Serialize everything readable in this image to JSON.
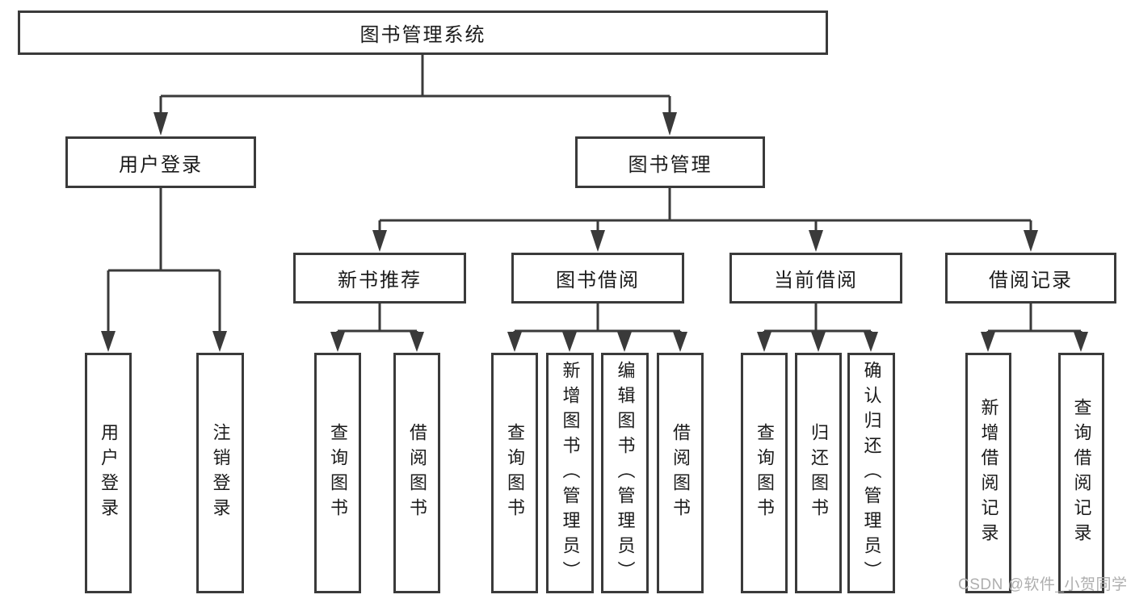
{
  "root": {
    "label": "图书管理系统"
  },
  "level2": [
    {
      "label": "用户登录"
    },
    {
      "label": "图书管理"
    }
  ],
  "level3": [
    {
      "label": "新书推荐"
    },
    {
      "label": "图书借阅"
    },
    {
      "label": "当前借阅"
    },
    {
      "label": "借阅记录"
    }
  ],
  "leaves": [
    {
      "label": "用户登录"
    },
    {
      "label": "注销登录"
    },
    {
      "label": "查询图书"
    },
    {
      "label": "借阅图书"
    },
    {
      "label": "查询图书"
    },
    {
      "label": "新增图书（管理员）"
    },
    {
      "label": "编辑图书（管理员）"
    },
    {
      "label": "借阅图书"
    },
    {
      "label": "查询图书"
    },
    {
      "label": "归还图书"
    },
    {
      "label": "确认归还（管理员）"
    },
    {
      "label": "新增借阅记录"
    },
    {
      "label": "查询借阅记录"
    }
  ],
  "watermark": "CSDN @软件_小贺同学",
  "colors": {
    "line": "#3a3a3a",
    "border": "#3a3a3a",
    "text": "#1b1b1b",
    "watermark": "#aeaeae",
    "background": "#ffffff"
  }
}
